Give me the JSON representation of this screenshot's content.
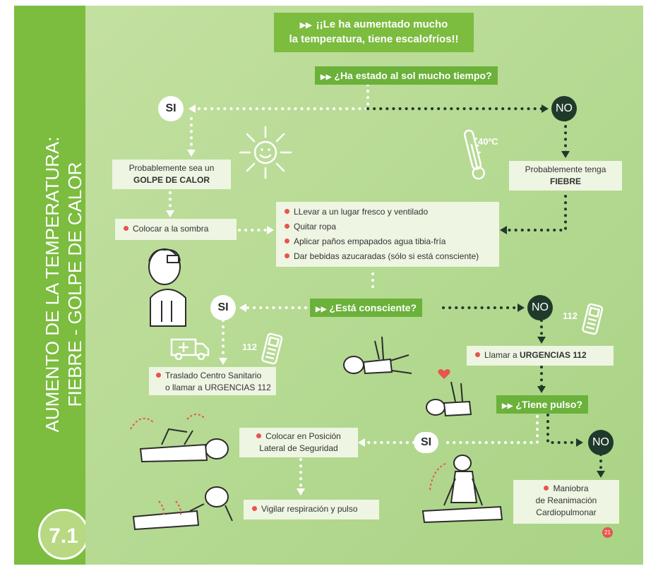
{
  "sidebar": {
    "title_line1": "AUMENTO DE LA TEMPERATURA:",
    "title_line2": "FIEBRE - GOLPE DE CALOR",
    "section_number": "7.1"
  },
  "header": {
    "line1": "¡¡Le ha aumentado mucho",
    "line2": "la temperatura, tiene escalofríos!!"
  },
  "questions": {
    "sun": "¿Ha estado al sol mucho tiempo?",
    "conscious": "¿Está consciente?",
    "pulse": "¿Tiene pulso?"
  },
  "answers": {
    "yes": "SI",
    "no": "NO"
  },
  "boxes": {
    "heatstroke_line1": "Probablemente sea un",
    "heatstroke_line2": "GOLPE DE CALOR",
    "fever_line1": "Probablemente tenga",
    "fever_line2": "FIEBRE",
    "shade": "Colocar a la sombra",
    "actions": [
      "LLevar a un lugar fresco y ventilado",
      "Quitar ropa",
      "Aplicar paños empapados agua tibia-fría",
      "Dar bebidas azucaradas (sólo si está consciente)"
    ],
    "transfer_line1": "Traslado Centro Sanitario",
    "transfer_line2": "o llamar a URGENCIAS 112",
    "call_prefix": "Llamar a",
    "call_emergency": "URGENCIAS 112",
    "recovery_line1": "Colocar en Posición",
    "recovery_line2": "Lateral de Seguridad",
    "monitor": "Vigilar respiración y pulso",
    "cpr_line1": "Maniobra",
    "cpr_line2": "de Reanimación",
    "cpr_line3": "Cardiopulmonar"
  },
  "labels": {
    "temperature": "40ºC",
    "phone_112": "112",
    "page_badge": "21"
  },
  "icons": [
    "sun-icon",
    "thermometer-icon",
    "ambulance-icon",
    "phone-icon",
    "heart-icon",
    "play-arrows-icon"
  ],
  "colors": {
    "sidebar_green": "#7cbc3f",
    "question_green": "#6bb13a",
    "background_green": "#b4d991",
    "no_circle": "#1f3a2a",
    "bullet_red": "#e8544e",
    "box_bg": "#eef5e2"
  }
}
